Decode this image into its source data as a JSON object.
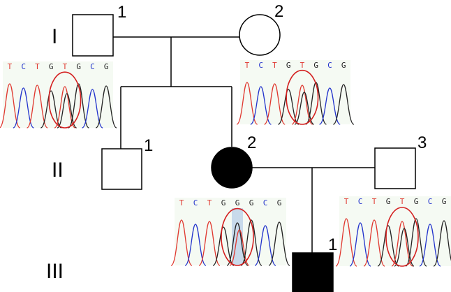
{
  "generations": [
    "I",
    "II",
    "III"
  ],
  "individuals": {
    "I1": "1",
    "I2": "2",
    "II1": "1",
    "II2": "2",
    "II3": "3",
    "III1": "1"
  },
  "chromatograms": {
    "I1": {
      "bases": [
        "T",
        "C",
        "T",
        "G",
        "T",
        "G",
        "C",
        "G"
      ]
    },
    "I2": {
      "bases": [
        "T",
        "C",
        "T",
        "G",
        "T",
        "G",
        "C",
        "G"
      ]
    },
    "II2": {
      "bases": [
        "T",
        "C",
        "T",
        "G",
        "G",
        "G",
        "C",
        "G"
      ]
    },
    "II3": {
      "bases": [
        "T",
        "C",
        "T",
        "G",
        "T",
        "G",
        "C",
        "G"
      ]
    }
  },
  "colors": {
    "T": "#e0382f",
    "C": "#2233cc",
    "G": "#222222",
    "A": "#22a040",
    "circle": "#d42020",
    "affected": "#000000",
    "highlight": "#b8cfe8"
  }
}
